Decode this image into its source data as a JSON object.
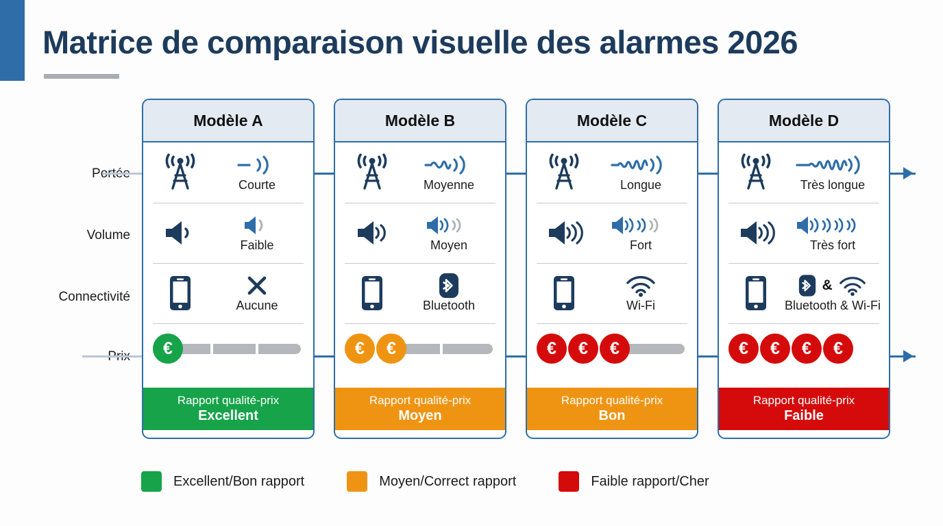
{
  "header": {
    "title": "Matrice de comparaison visuelle des alarmes 2026",
    "accent_color": "#2e6da8",
    "title_color": "#1d3b5c",
    "underline_color": "#a8adb3"
  },
  "row_labels": [
    {
      "id": "portee",
      "label": "Portée"
    },
    {
      "id": "volume",
      "label": "Volume"
    },
    {
      "id": "connectivite",
      "label": "Connectivité"
    },
    {
      "id": "prix",
      "label": "Prix"
    }
  ],
  "colors": {
    "green": "#16a34a",
    "orange": "#ef9412",
    "red": "#d50b0b",
    "blue": "#2e6da8",
    "dark_navy": "#1d3b5c",
    "track_gray": "#b4b7bb"
  },
  "cards": [
    {
      "id": "modele-a",
      "title": "Modèle A",
      "portee": {
        "value": "Courte",
        "level": 1
      },
      "volume": {
        "value": "Faible",
        "level": 1
      },
      "connectivite": {
        "value": "Aucune",
        "icon": "cross-icon"
      },
      "prix": {
        "coins": 1,
        "empty_segments": 3,
        "coin_color": "#16a34a",
        "symbol": "€"
      },
      "verdict": {
        "label": "Rapport qualité-prix",
        "value": "Excellent",
        "color": "#16a34a"
      }
    },
    {
      "id": "modele-b",
      "title": "Modèle B",
      "portee": {
        "value": "Moyenne",
        "level": 2
      },
      "volume": {
        "value": "Moyen",
        "level": 2
      },
      "connectivite": {
        "value": "Bluetooth",
        "icon": "bluetooth-icon"
      },
      "prix": {
        "coins": 2,
        "empty_segments": 2,
        "coin_color": "#ef9412",
        "symbol": "€"
      },
      "verdict": {
        "label": "Rapport qualité-prix",
        "value": "Moyen",
        "color": "#ef9412"
      }
    },
    {
      "id": "modele-c",
      "title": "Modèle C",
      "portee": {
        "value": "Longue",
        "level": 3
      },
      "volume": {
        "value": "Fort",
        "level": 3
      },
      "connectivite": {
        "value": "Wi-Fi",
        "icon": "wifi-icon"
      },
      "prix": {
        "coins": 3,
        "empty_segments": 1,
        "coin_color": "#d50b0b",
        "symbol": "€"
      },
      "verdict": {
        "label": "Rapport qualité-prix",
        "value": "Bon",
        "color": "#ef9412"
      }
    },
    {
      "id": "modele-d",
      "title": "Modèle D",
      "portee": {
        "value": "Très longue",
        "level": 4
      },
      "volume": {
        "value": "Très fort",
        "level": 4
      },
      "connectivite": {
        "value": "Bluetooth & Wi-Fi",
        "icon": "bluetooth-wifi-icon",
        "separator": "&"
      },
      "prix": {
        "coins": 4,
        "empty_segments": 0,
        "coin_color": "#d50b0b",
        "symbol": "€"
      },
      "verdict": {
        "label": "Rapport qualité-prix",
        "value": "Faible",
        "color": "#d50b0b"
      }
    }
  ],
  "legend": [
    {
      "id": "legend-green",
      "color": "#16a34a",
      "text": "Excellent/Bon rapport"
    },
    {
      "id": "legend-orange",
      "color": "#ef9412",
      "text": "Moyen/Correct rapport"
    },
    {
      "id": "legend-red",
      "color": "#d50b0b",
      "text": "Faible rapport/Cher"
    }
  ]
}
